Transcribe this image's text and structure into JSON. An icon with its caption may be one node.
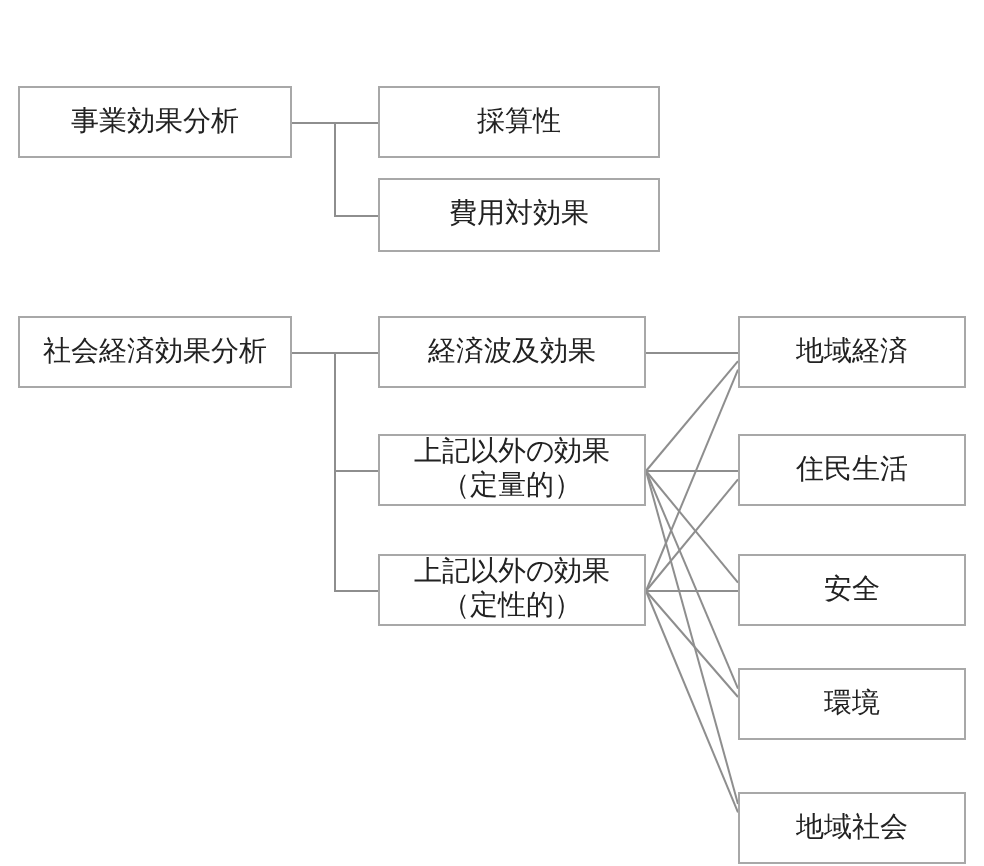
{
  "diagram": {
    "nodes": [
      {
        "text": [
          "事業効果分析"
        ]
      },
      {
        "text": [
          "採算性"
        ]
      },
      {
        "text": [
          "費用対効果"
        ]
      },
      {
        "text": [
          "社会経済効果分析"
        ]
      },
      {
        "text": [
          "経済波及効果"
        ]
      },
      {
        "text": [
          "上記以外の効果（定量的）"
        ]
      },
      {
        "text": [
          "上記以外の効果（定性的）"
        ]
      },
      {
        "text": [
          "地域経済"
        ]
      },
      {
        "text": [
          "住民生活"
        ]
      },
      {
        "text": [
          "安全"
        ]
      },
      {
        "text": [
          "環境"
        ]
      },
      {
        "text": [
          "地域社会"
        ]
      }
    ],
    "edges": [
      {
        "from": 0,
        "to": 1,
        "arrow": "none"
      },
      {
        "from": 0,
        "to": 2,
        "arrow": "none"
      },
      {
        "from": 3,
        "to": 4,
        "arrow": "none"
      },
      {
        "from": 3,
        "to": 5,
        "arrow": "none"
      },
      {
        "from": 3,
        "to": 6,
        "arrow": "none"
      },
      {
        "from": 4,
        "to": 7,
        "arrow": "none"
      },
      {
        "from": 5,
        "to": 7,
        "arrow": "none"
      },
      {
        "from": 5,
        "to": 8,
        "arrow": "none"
      },
      {
        "from": 5,
        "to": 9,
        "arrow": "none"
      },
      {
        "from": 5,
        "to": 10,
        "arrow": "none"
      },
      {
        "from": 5,
        "to": 11,
        "arrow": "none"
      },
      {
        "from": 6,
        "to": 7,
        "arrow": "none"
      },
      {
        "from": 6,
        "to": 8,
        "arrow": "none"
      },
      {
        "from": 6,
        "to": 9,
        "arrow": "none"
      },
      {
        "from": 6,
        "to": 10,
        "arrow": "none"
      },
      {
        "from": 6,
        "to": 11,
        "arrow": "none"
      }
    ]
  }
}
